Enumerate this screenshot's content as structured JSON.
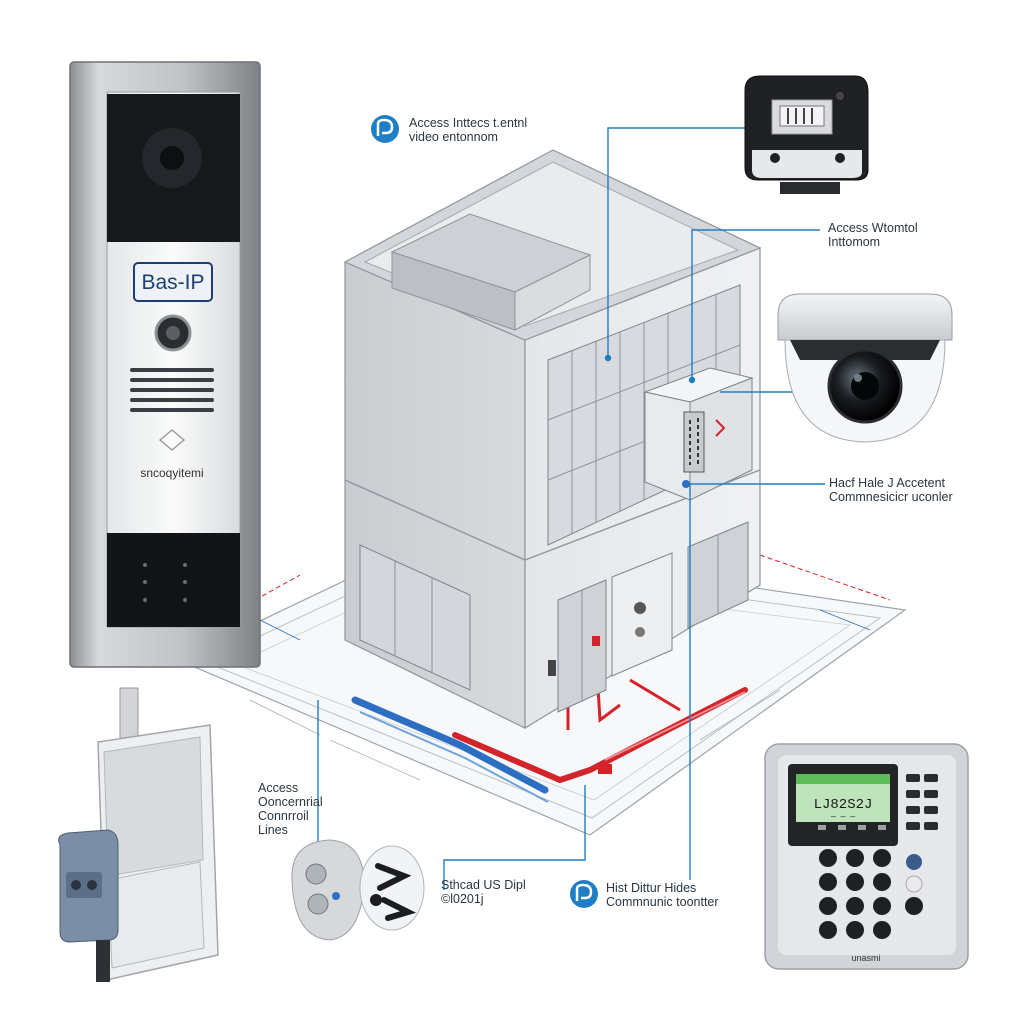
{
  "panel": {
    "brand": "Bas-IP",
    "maker_text": "sncoqyitemi"
  },
  "labels": {
    "video_intercom": [
      "Access  Inttecs t.entnl",
      "video entonnom"
    ],
    "access_intercom": [
      "Access Wtomtol",
      "Inttomom"
    ],
    "communicator": [
      "Hacf Hale J Accetent",
      "Commnesicicr uconler"
    ],
    "control_lines": [
      "Access",
      "Ooncernrial",
      "Connrroil",
      "Lines"
    ],
    "stead_unit": [
      "Sthcad US Dipl",
      "©l0201j"
    ],
    "hist_hides": [
      "Hist Dittur Hides",
      "Commnunic toontter"
    ]
  },
  "keypad": {
    "display_line1": "LJ82S2J",
    "display_line2": "— — —",
    "brand": "unasmi"
  },
  "colors": {
    "accent_blue": "#1f7fc4",
    "cable_red": "#d3242b",
    "cable_blue": "#2c6fc2",
    "display_green": "#8fd18a"
  },
  "icons": [
    "access-link-icon",
    "communicator-link-icon"
  ]
}
